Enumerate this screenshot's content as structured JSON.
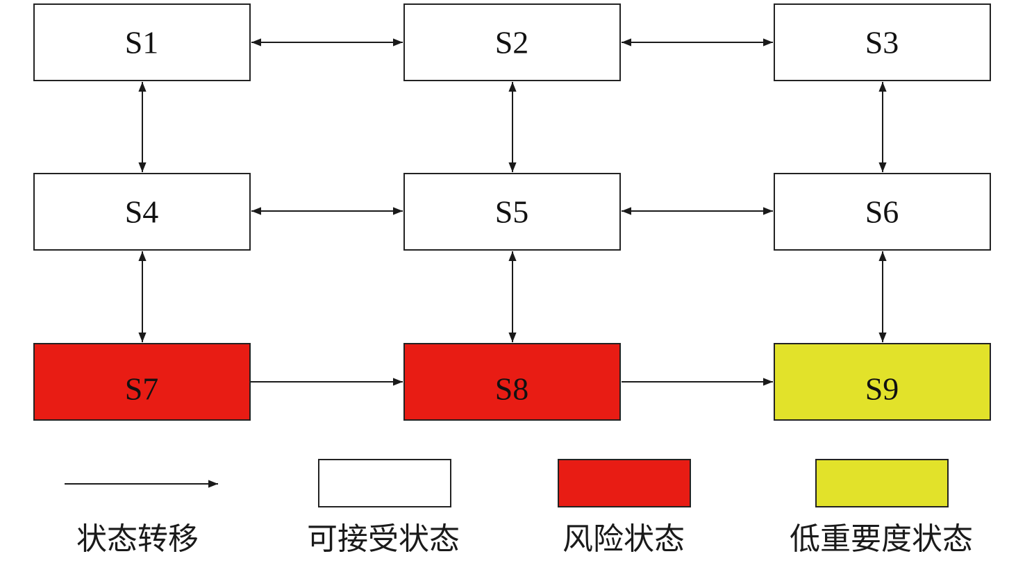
{
  "states": [
    {
      "id": "s1",
      "label": "S1",
      "category": "acceptable"
    },
    {
      "id": "s2",
      "label": "S2",
      "category": "acceptable"
    },
    {
      "id": "s3",
      "label": "S3",
      "category": "acceptable"
    },
    {
      "id": "s4",
      "label": "S4",
      "category": "acceptable"
    },
    {
      "id": "s5",
      "label": "S5",
      "category": "acceptable"
    },
    {
      "id": "s6",
      "label": "S6",
      "category": "acceptable"
    },
    {
      "id": "s7",
      "label": "S7",
      "category": "risk"
    },
    {
      "id": "s8",
      "label": "S8",
      "category": "risk"
    },
    {
      "id": "s9",
      "label": "S9",
      "category": "low-importance"
    }
  ],
  "transitions": [
    {
      "from": "S1",
      "to": "S2",
      "direction": "bidirectional"
    },
    {
      "from": "S2",
      "to": "S3",
      "direction": "bidirectional"
    },
    {
      "from": "S4",
      "to": "S5",
      "direction": "bidirectional"
    },
    {
      "from": "S5",
      "to": "S6",
      "direction": "bidirectional"
    },
    {
      "from": "S1",
      "to": "S4",
      "direction": "bidirectional"
    },
    {
      "from": "S2",
      "to": "S5",
      "direction": "bidirectional"
    },
    {
      "from": "S3",
      "to": "S6",
      "direction": "bidirectional"
    },
    {
      "from": "S4",
      "to": "S7",
      "direction": "bidirectional"
    },
    {
      "from": "S5",
      "to": "S8",
      "direction": "bidirectional"
    },
    {
      "from": "S6",
      "to": "S9",
      "direction": "bidirectional"
    },
    {
      "from": "S7",
      "to": "S8",
      "direction": "forward"
    },
    {
      "from": "S8",
      "to": "S9",
      "direction": "forward"
    }
  ],
  "colors": {
    "acceptable": "#ffffff",
    "risk": "#e81c14",
    "low-importance": "#e2e22a",
    "line": "#1a1a1a"
  },
  "legend": {
    "transition_label": "状态转移",
    "acceptable_label": "可接受状态",
    "risk_label": "风险状态",
    "low_importance_label": "低重要度状态"
  }
}
